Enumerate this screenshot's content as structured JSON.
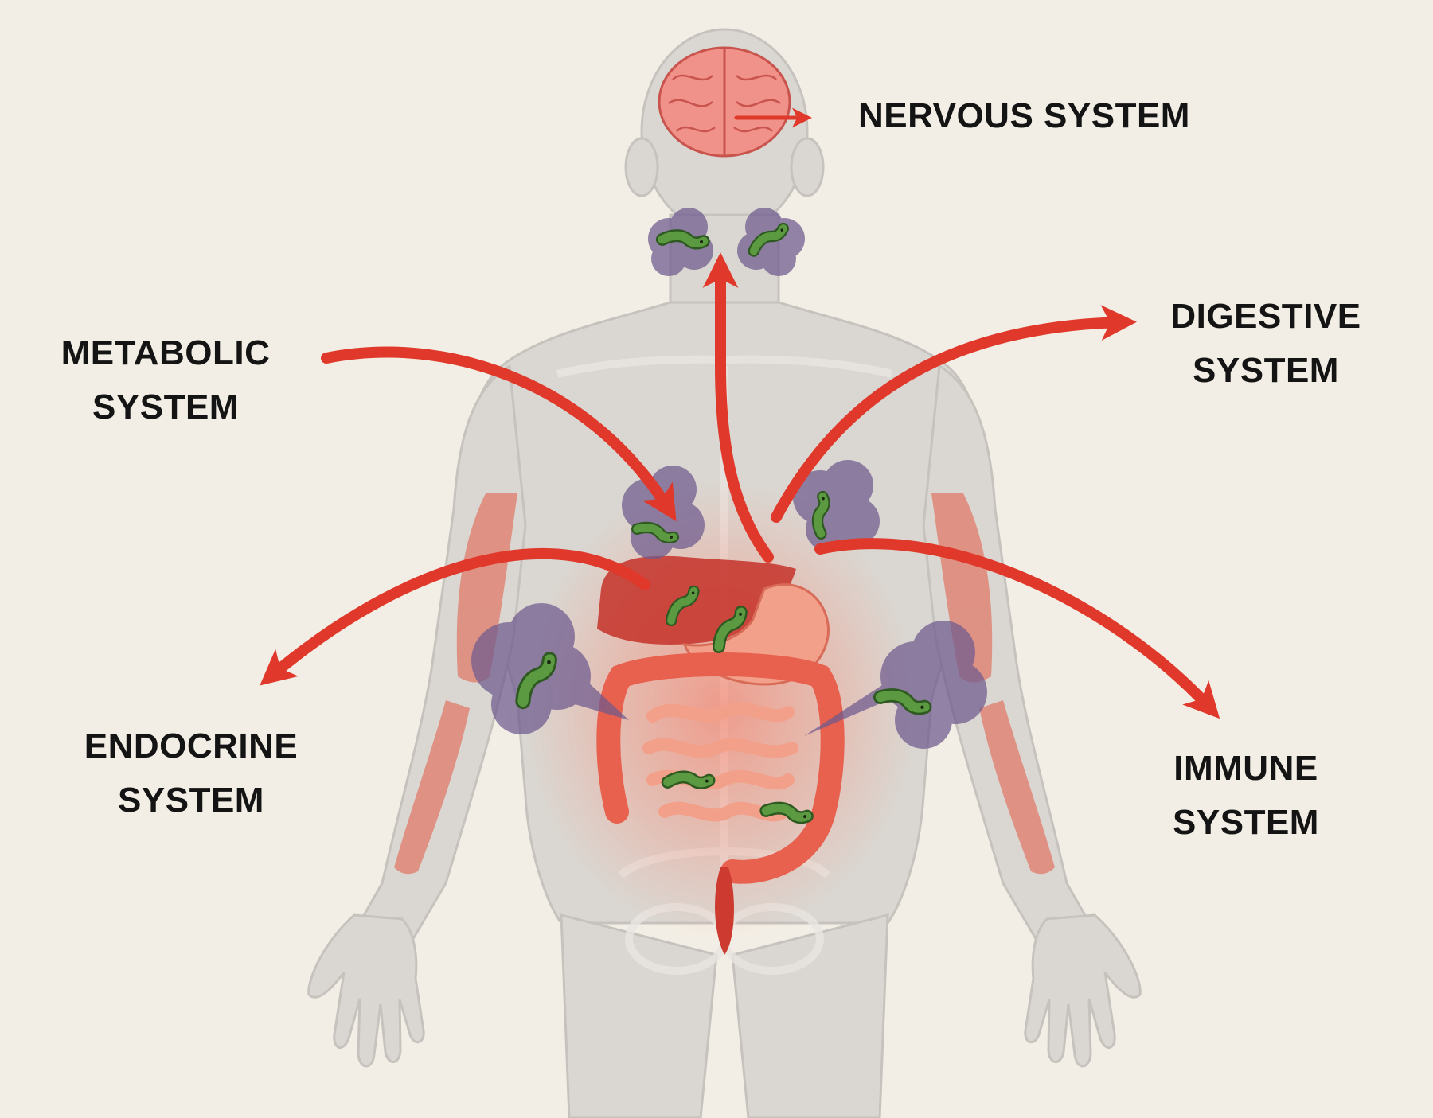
{
  "labels": {
    "nervous": {
      "line1": "NERVOUS SYSTEM"
    },
    "digestive": {
      "line1": "DIGESTIVE",
      "line2": "SYSTEM"
    },
    "metabolic": {
      "line1": "METABOLIC",
      "line2": "SYSTEM"
    },
    "endocrine": {
      "line1": "ENDOCRINE",
      "line2": "SYSTEM"
    },
    "immune": {
      "line1": "IMMUNE",
      "line2": "SYSTEM"
    }
  },
  "colors": {
    "background": "#f3eee5",
    "body": "#d9d6d2",
    "arrow": "#e0392b",
    "brain": "#f0918a",
    "inflammation_cloud": "#6e5a8e",
    "bacteria": "#4f8a3a",
    "intestine": "#e8604e",
    "muscle": "#e07b6a"
  }
}
